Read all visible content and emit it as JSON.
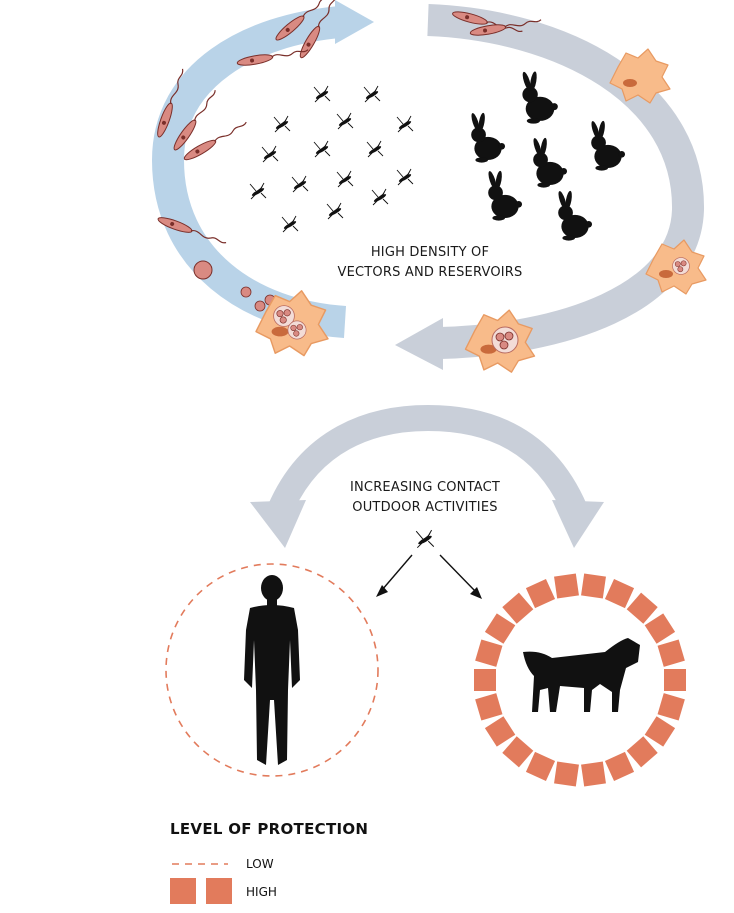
{
  "cycle_label": [
    "HIGH DENSITY OF",
    "VECTORS AND RESERVOIRS"
  ],
  "contact_label": [
    "INCREASING CONTACT",
    "OUTDOOR ACTIVITIES"
  ],
  "legend": {
    "title": "LEVEL OF PROTECTION",
    "low": "LOW",
    "high": "HIGH"
  },
  "colors": {
    "arrow_blue": "#b9d3e8",
    "arrow_grey": "#c9cfd9",
    "protection": "#e27b5c",
    "macrophage": "#f8bb8a",
    "parasite": "#d98a82",
    "silhouette": "#111111"
  }
}
